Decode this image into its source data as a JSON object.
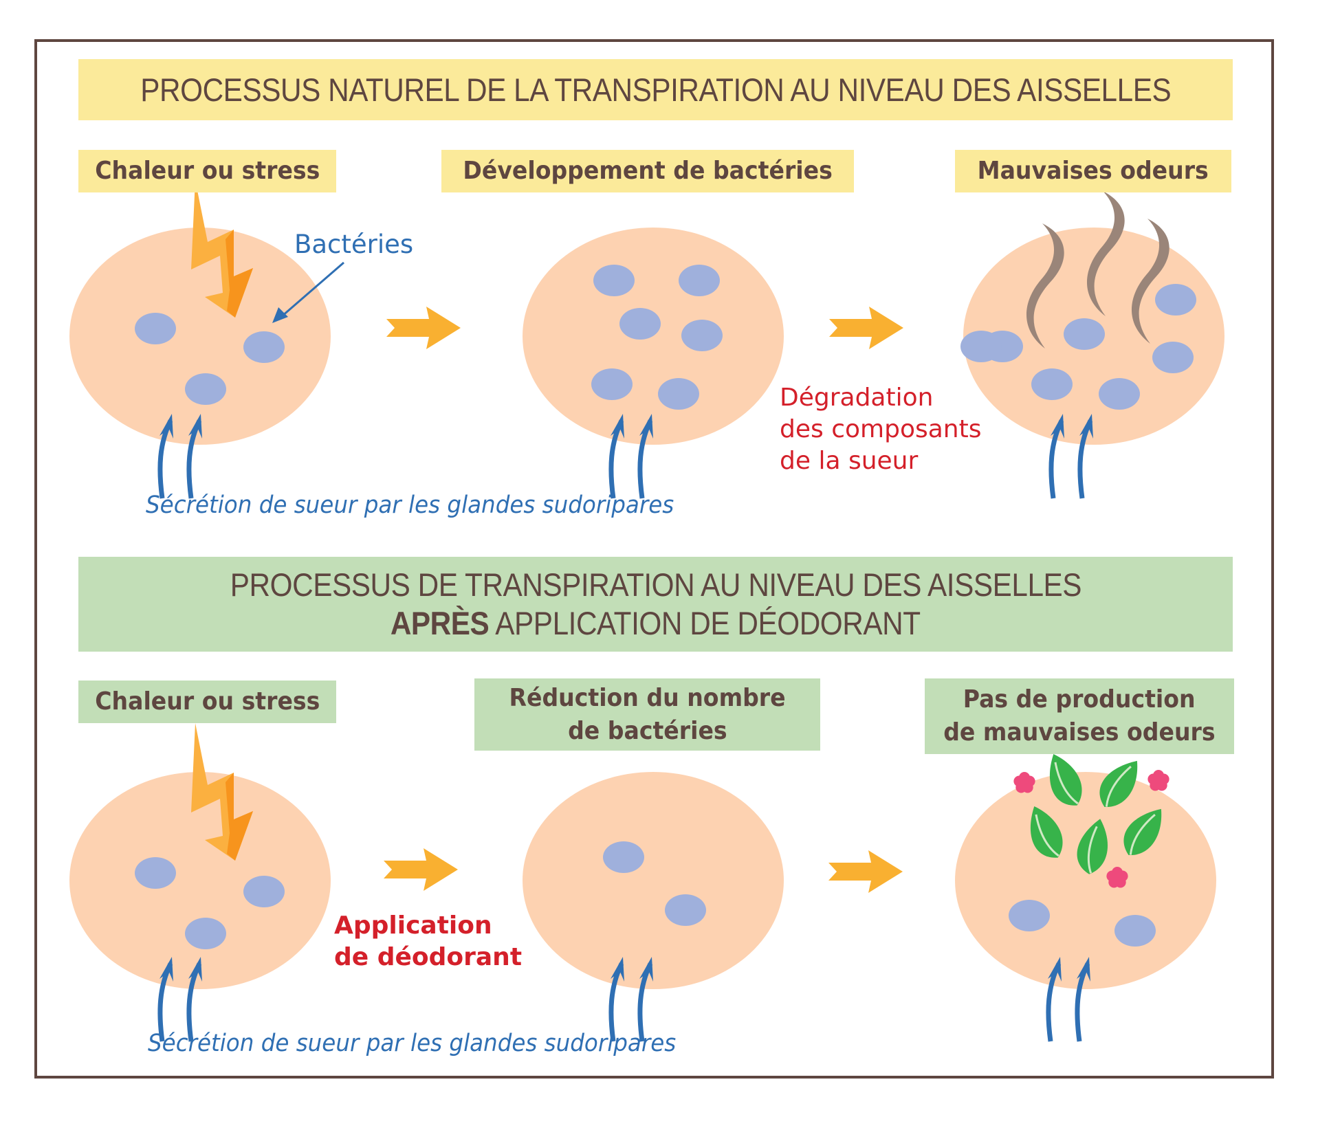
{
  "colors": {
    "frame": "#5e4640",
    "text_dark": "#5e4640",
    "yellow_band": "#fbea9a",
    "green_band": "#c2deb7",
    "skin": "#fdd2b1",
    "bacteria": "#9fb0dc",
    "arrow": "#f9b031",
    "sweat_arrow": "#2f6fb3",
    "odor": "#9a8579",
    "leaf": "#37b34a",
    "flower": "#ee4a7c",
    "red_text": "#d4202a",
    "blue_text": "#2f6fb3",
    "bolt_light": "#fbb040",
    "bolt_dark": "#f7941d"
  },
  "section_natural": {
    "title": "PROCESSUS NATUREL DE LA TRANSPIRATION AU NIVEAU DES AISSELLES",
    "steps": [
      {
        "label": "Chaleur ou stress",
        "icon": "lightning-bolt",
        "bacteria_count": 3
      },
      {
        "label": "Développement de bactéries",
        "icon": "none",
        "bacteria_count": 6
      },
      {
        "label": "Mauvaises odeurs",
        "icon": "odor-waves",
        "bacteria_count": 7
      }
    ],
    "bacteria_callout": "Bactéries",
    "transition_note": [
      "Dégradation",
      "des composants",
      "de la sueur"
    ],
    "secretion_caption": "Sécrétion de sueur par les glandes sudoripares"
  },
  "section_deodorant": {
    "title_line1": "PROCESSUS DE TRANSPIRATION AU NIVEAU DES AISSELLES",
    "title_line2_bold": "APRÈS",
    "title_line2_rest": " APPLICATION DE DÉODORANT",
    "steps": [
      {
        "label": "Chaleur ou stress",
        "icon": "lightning-bolt",
        "bacteria_count": 3
      },
      {
        "label_lines": [
          "Réduction du nombre",
          "de bactéries"
        ],
        "icon": "none",
        "bacteria_count": 2
      },
      {
        "label_lines": [
          "Pas de production",
          "de mauvaises odeurs"
        ],
        "icon": "leaves-and-flowers",
        "bacteria_count": 2
      }
    ],
    "transition_note": [
      "Application",
      "de déodorant"
    ],
    "secretion_caption": "Sécrétion de sueur par les glandes sudoripares"
  }
}
